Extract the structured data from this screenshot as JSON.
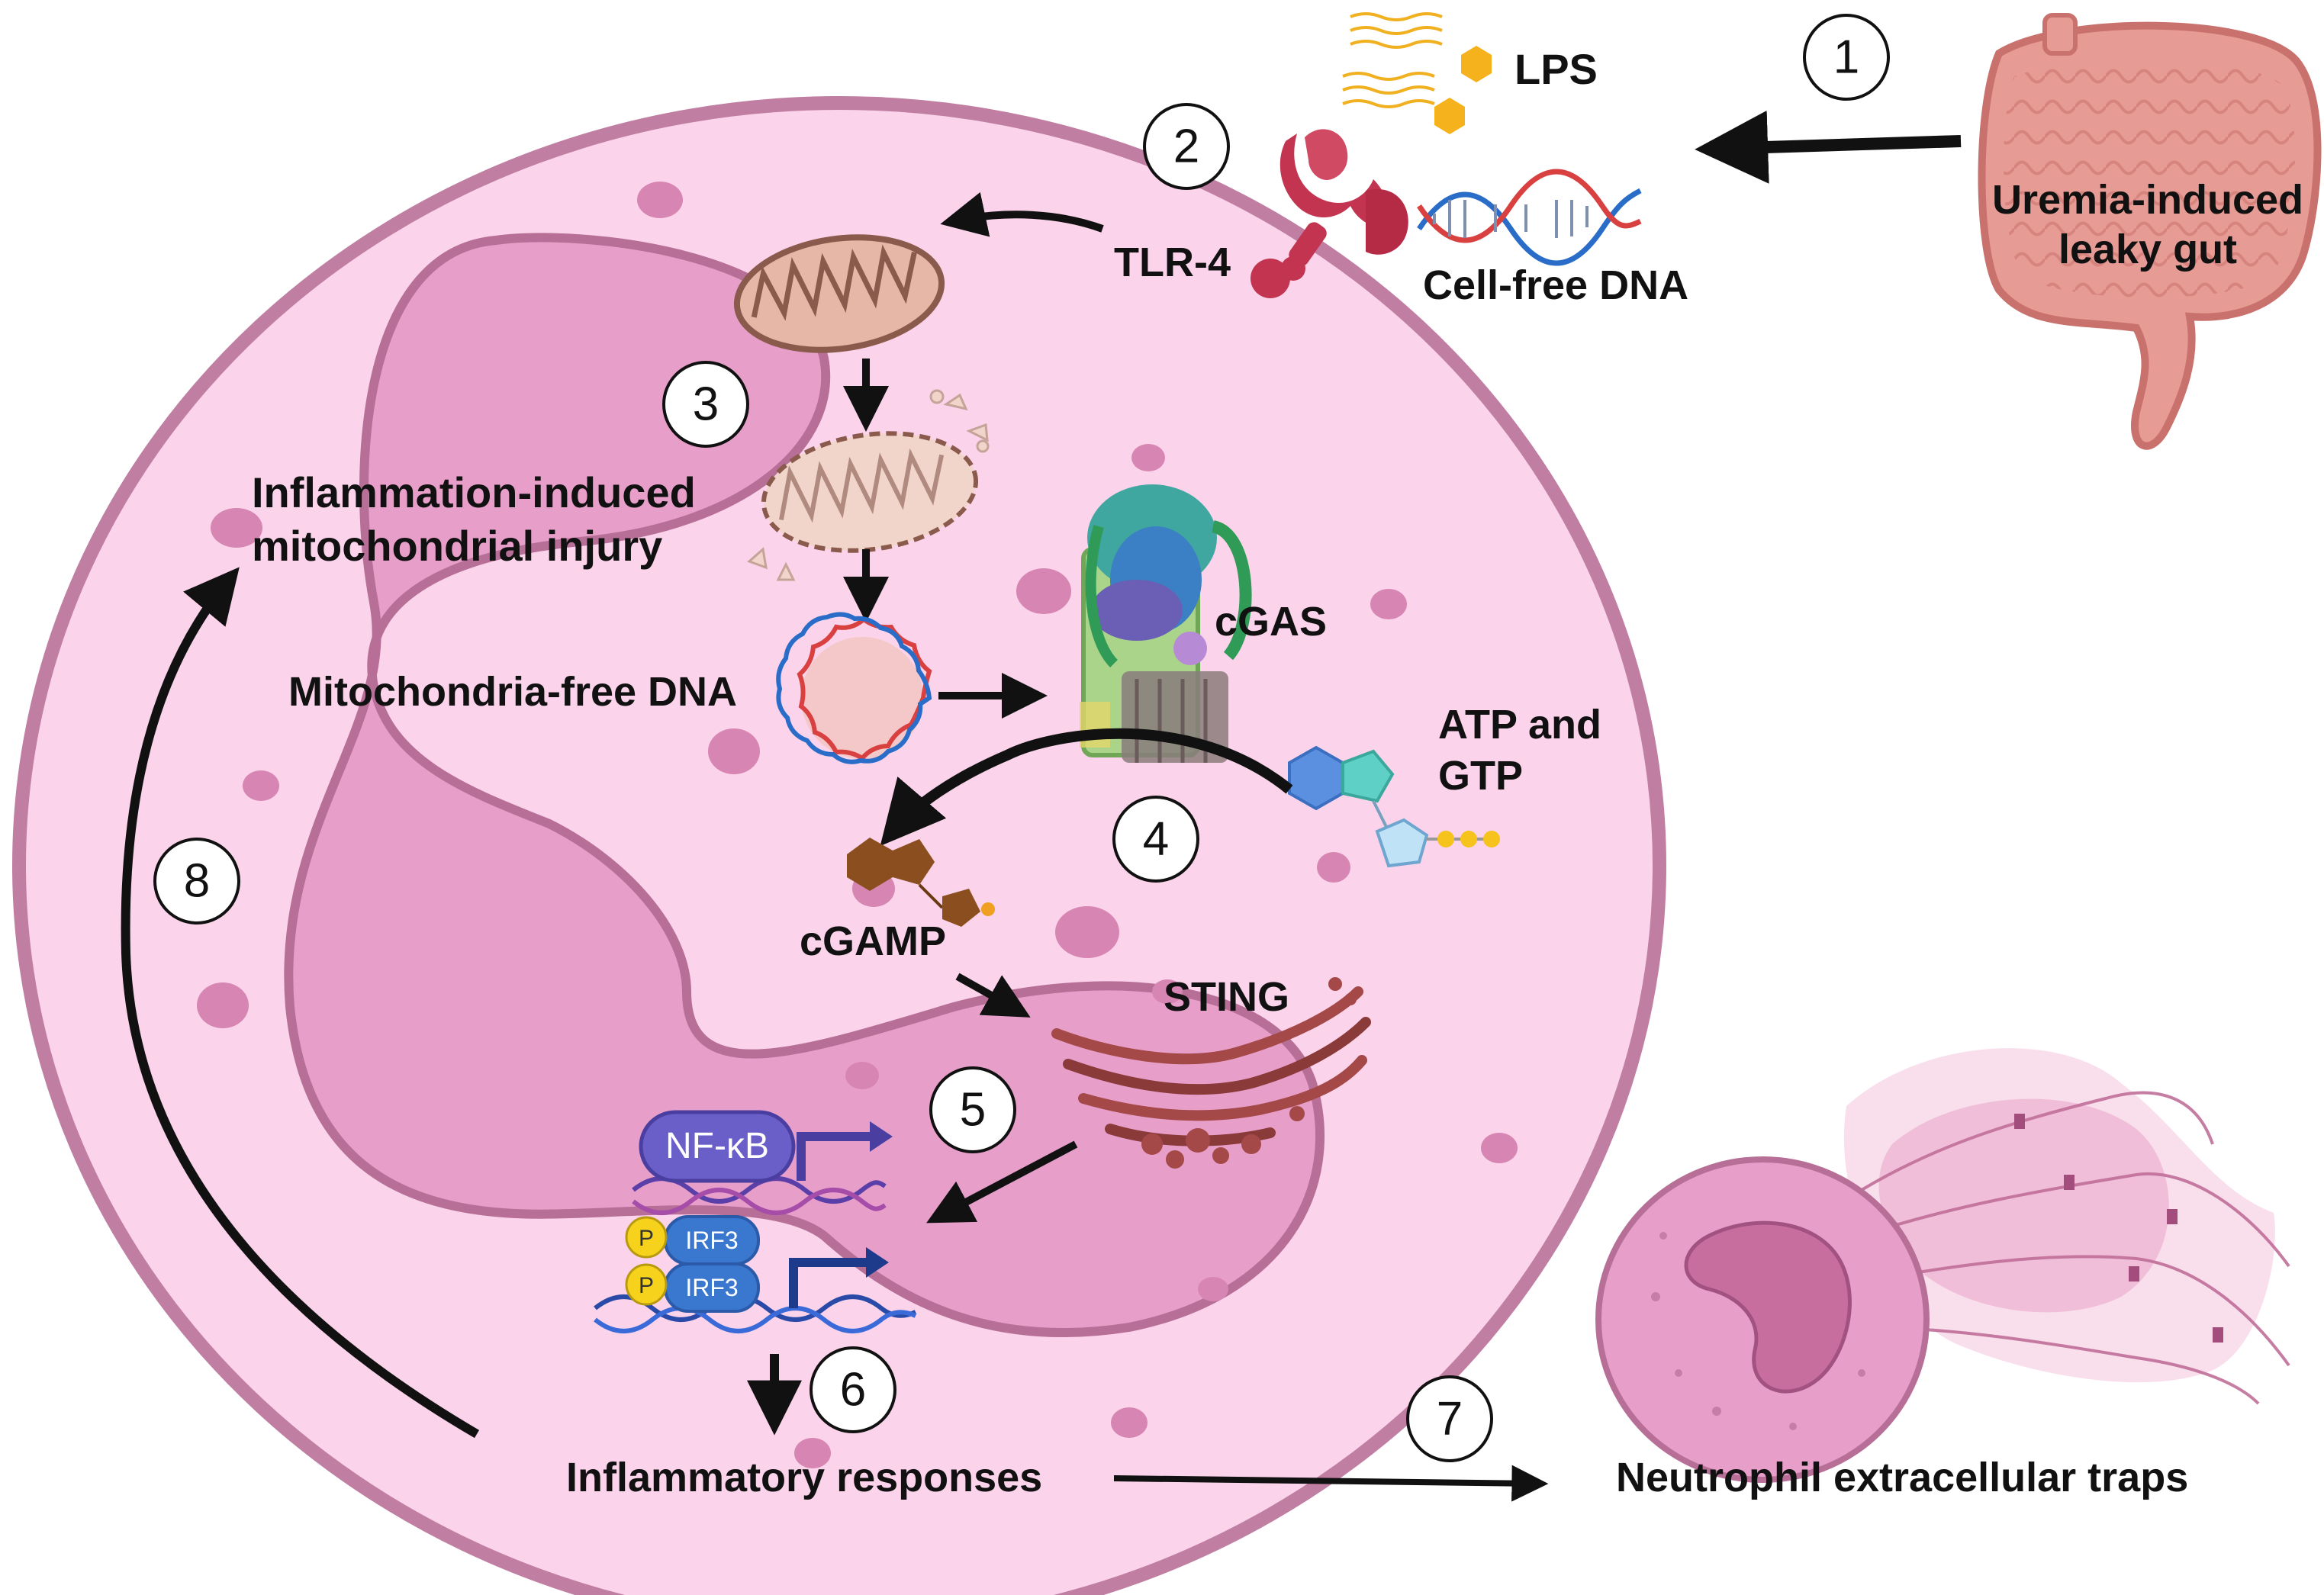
{
  "labels": {
    "lps": "LPS",
    "cell_free_dna": "Cell-free DNA",
    "tlr4": "TLR-4",
    "leaky_gut_line1": "Uremia-induced",
    "leaky_gut_line2": "leaky gut",
    "mito_injury_line1": "Inflammation-induced",
    "mito_injury_line2": "mitochondrial injury",
    "mito_free_dna": "Mitochondria-free DNA",
    "cgas": "cGAS",
    "atp_gtp_line1": "ATP and",
    "atp_gtp_line2": "GTP",
    "cgamp": "cGAMP",
    "sting": "STING",
    "nfkb": "NF-κB",
    "irf3": "IRF3",
    "p": "P",
    "inflammatory": "Inflammatory responses",
    "nets": "Neutrophil extracellular traps"
  },
  "steps": [
    "1",
    "2",
    "3",
    "4",
    "5",
    "6",
    "7",
    "8"
  ],
  "colors": {
    "cell_fill": "#fbd3ea",
    "cell_border": "#c07ea2",
    "nucleus_fill": "#e79fca",
    "nucleus_border": "#b76f97",
    "tlr4": "#c2344f",
    "mito": "#e6b7a6",
    "gut": "#e79b95",
    "arrow": "#111111"
  }
}
